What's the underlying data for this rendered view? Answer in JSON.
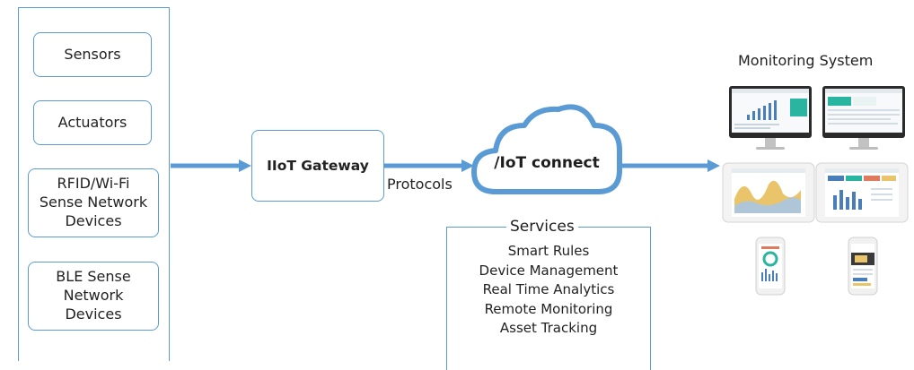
{
  "devices": [
    {
      "label": "Sensors"
    },
    {
      "label": "Actuators"
    },
    {
      "label": "RFID/Wi-Fi\nSense Network\nDevices"
    },
    {
      "label": "BLE Sense\nNetwork\nDevices"
    }
  ],
  "gateway": {
    "label": "IIoT Gateway"
  },
  "protocols_label": "Protocols",
  "cloud": {
    "label": "/IoT connect"
  },
  "services": {
    "title": "Services",
    "items": [
      "Smart Rules",
      "Device Management",
      "Real Time Analytics",
      "Remote Monitoring",
      "Asset Tracking"
    ]
  },
  "monitoring": {
    "title": "Monitoring System",
    "screens": [
      "desktop-dashboard",
      "desktop-dashboard",
      "tablet-area-chart",
      "tablet-bar-chart",
      "phone-dashboard",
      "phone-dashboard"
    ]
  },
  "colors": {
    "accent": "#5b9bd5",
    "teal": "#2ab5a0",
    "chart_gold": "#e9c46a",
    "chart_blue": "#4a7ebb"
  }
}
